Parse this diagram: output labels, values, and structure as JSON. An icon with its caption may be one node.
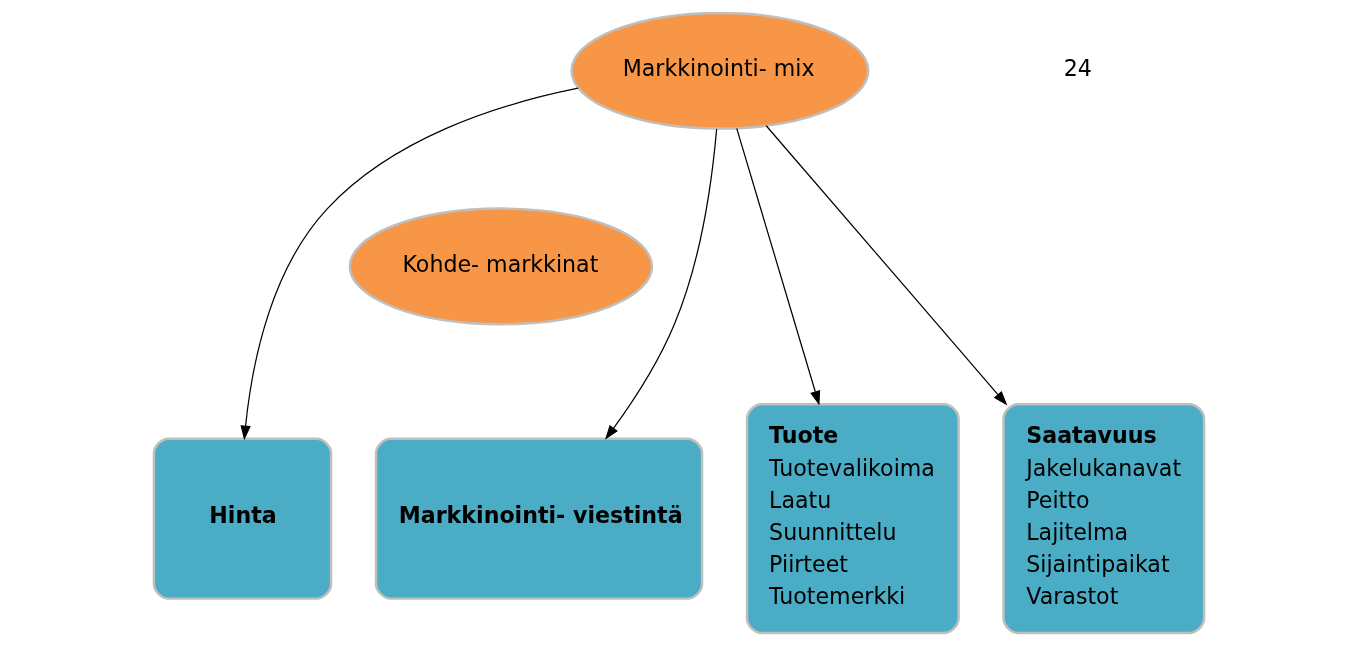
{
  "diagram": {
    "nodes": [
      {
        "text": [
          "Markkinointi- mix"
        ]
      },
      {
        "text": [
          "Kohde- markkinat"
        ]
      },
      {
        "text": [
          "Tuote",
          "Tuotevalikoima",
          "Laatu",
          "Suunnittelu",
          "Piirteet",
          "Tuotemerkki"
        ]
      },
      {
        "text": [
          "Hinta"
        ]
      },
      {
        "text": [
          "Markkinointi- viestintä"
        ]
      },
      {
        "text": [
          "Saatavuus",
          "Jakelukanavat",
          "Peitto",
          "Lajitelma",
          "Sijaintipaikat",
          "Varastot"
        ]
      }
    ],
    "edges": [
      {
        "from": 0,
        "to": 2,
        "arrow": "to"
      },
      {
        "from": 0,
        "to": 3,
        "arrow": "to"
      },
      {
        "from": 0,
        "to": 4,
        "arrow": "to"
      },
      {
        "from": 0,
        "to": 5,
        "arrow": "to"
      }
    ],
    "labels": [
      "24"
    ]
  }
}
